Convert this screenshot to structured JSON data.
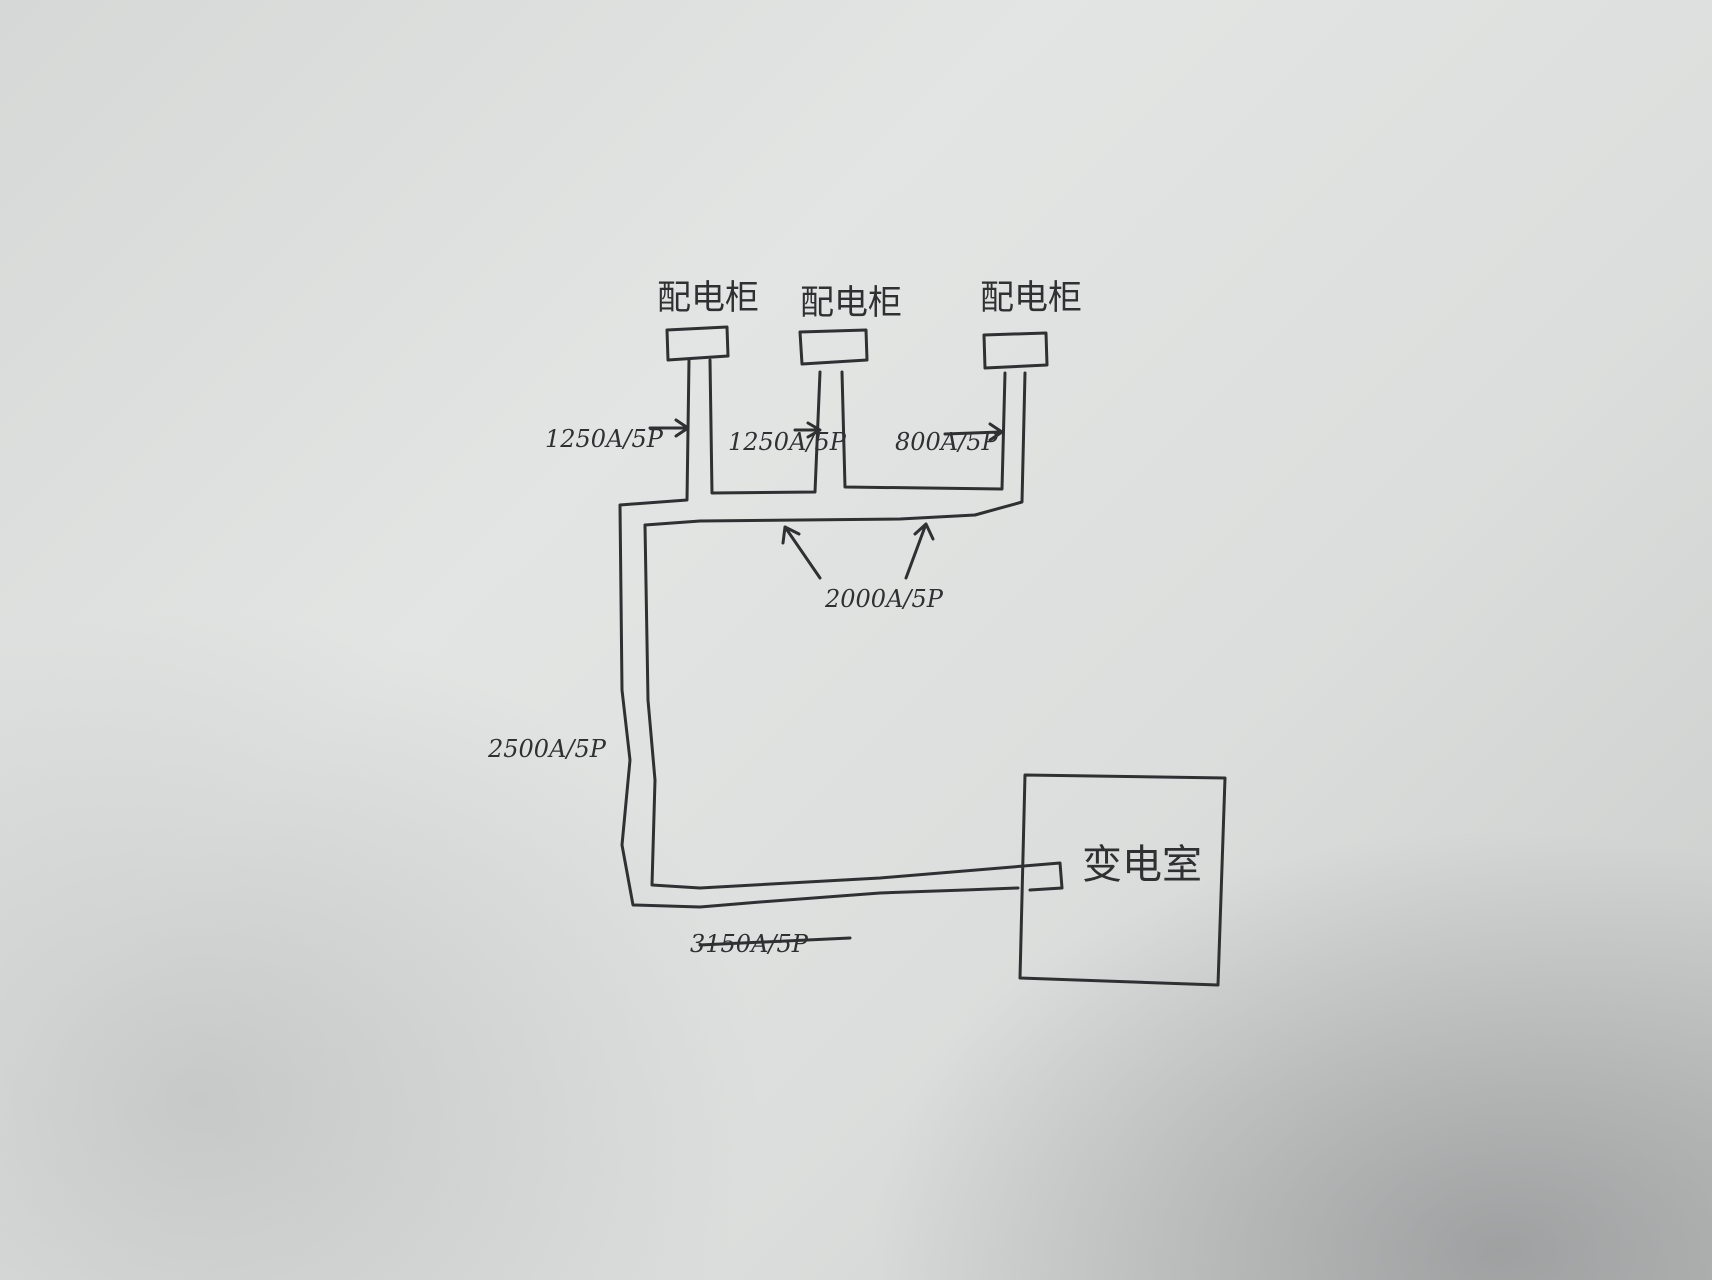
{
  "cabinets": [
    {
      "label": "配电柜"
    },
    {
      "label": "配电柜"
    },
    {
      "label": "配电柜"
    }
  ],
  "ratings": {
    "branch_1": "1250A/5P",
    "branch_2": "1250A/5P",
    "branch_3": "800A/5P",
    "header": "2000A/5P",
    "riser": "2500A/5P",
    "main": "3150A/5P"
  },
  "substation": {
    "label": "变电室"
  },
  "colors": {
    "ink": "#2f3032",
    "paper": "#e0e2e1"
  }
}
